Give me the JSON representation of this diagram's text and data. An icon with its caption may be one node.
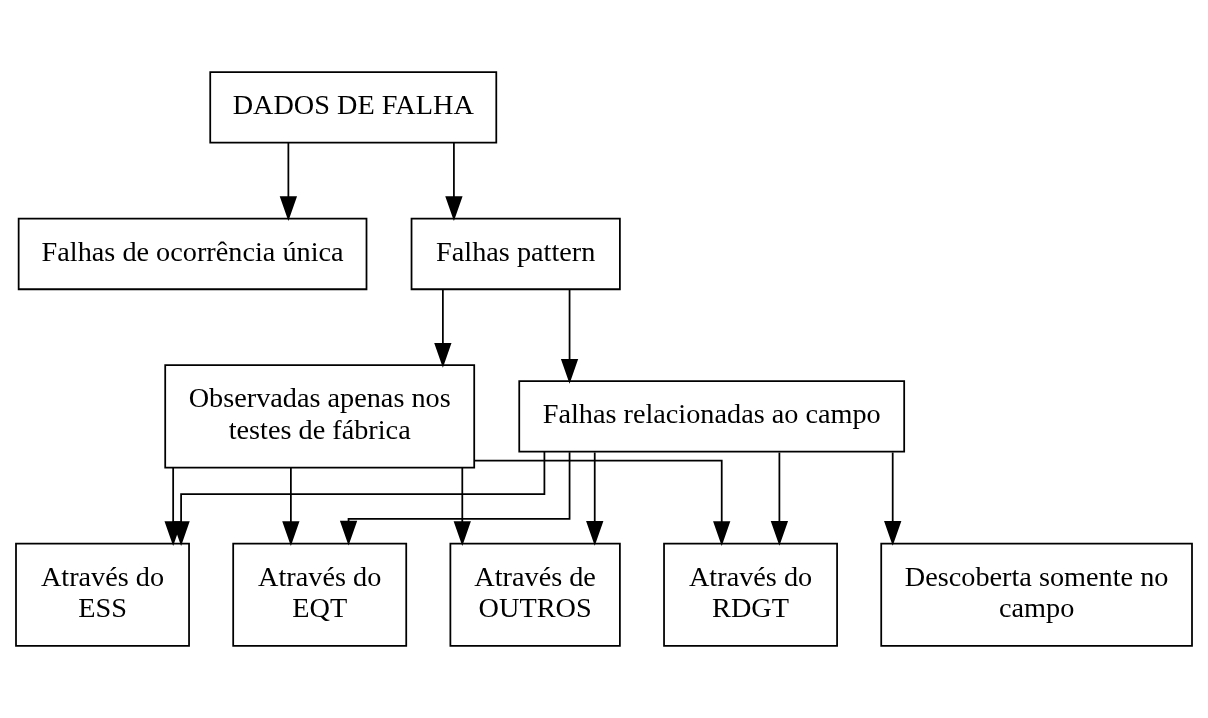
{
  "diagram": {
    "nodes": [
      {
        "text": [
          "DADOS DE FALHA"
        ]
      },
      {
        "text": [
          "Falhas de ocorrência única"
        ]
      },
      {
        "text": [
          "Falhas pattern"
        ]
      },
      {
        "text": [
          "Observadas apenas nos testes de fábrica"
        ]
      },
      {
        "text": [
          "Falhas relacionadas ao campo"
        ]
      },
      {
        "text": [
          "Através do RDGT"
        ]
      },
      {
        "text": [
          "Através do ESS"
        ]
      },
      {
        "text": [
          "Através do EQT"
        ]
      },
      {
        "text": [
          "Através de OUTROS"
        ]
      },
      {
        "text": [
          "Descoberta somente no campo"
        ]
      }
    ],
    "edges": [
      {
        "from": 0,
        "to": 1,
        "arrow": "to"
      },
      {
        "from": 0,
        "to": 2,
        "arrow": "to"
      },
      {
        "from": 2,
        "to": 3,
        "arrow": "to"
      },
      {
        "from": 2,
        "to": 4,
        "arrow": "to"
      },
      {
        "from": 3,
        "to": 5,
        "arrow": "to"
      },
      {
        "from": 3,
        "to": 6,
        "arrow": "to"
      },
      {
        "from": 3,
        "to": 7,
        "arrow": "to"
      },
      {
        "from": 3,
        "to": 8,
        "arrow": "to"
      },
      {
        "from": 4,
        "to": 5,
        "arrow": "to"
      },
      {
        "from": 4,
        "to": 6,
        "arrow": "to"
      },
      {
        "from": 4,
        "to": 7,
        "arrow": "to"
      },
      {
        "from": 4,
        "to": 8,
        "arrow": "to"
      },
      {
        "from": 4,
        "to": 9,
        "arrow": "to"
      }
    ]
  }
}
